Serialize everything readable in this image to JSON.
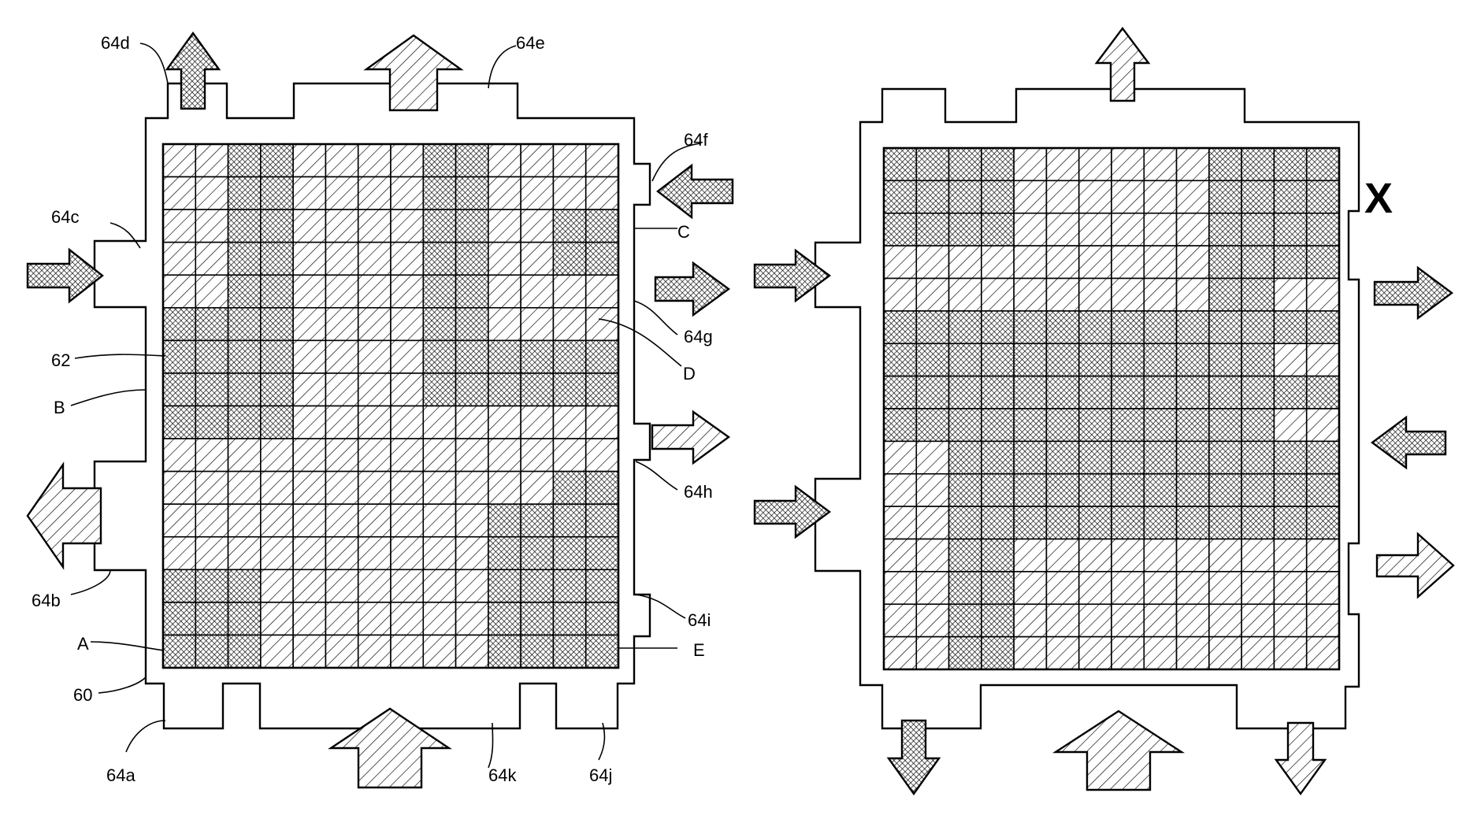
{
  "figure": {
    "left_panel": {
      "labels": {
        "chamber": "60",
        "plate": "62",
        "port_a": "64a",
        "port_b": "64b",
        "port_c": "64c",
        "port_d": "64d",
        "port_e": "64e",
        "port_f": "64f",
        "port_g": "64g",
        "port_h": "64h",
        "port_i": "64i",
        "port_j": "64j",
        "port_k": "64k",
        "region_a": "A",
        "region_b": "B",
        "region_c": "C",
        "region_d": "D",
        "region_e": "E"
      },
      "grid": {
        "rows": 16,
        "cols": 14,
        "pattern": [
          "..XX....XX....",
          "..XX....XX....",
          "..XX....XX..XX",
          "..XX....XX..XX",
          "..XX....XX....",
          "XXXX....XX....",
          "XXXX....XXXXXX",
          "XXXX....XXXXXX",
          "XXXX..........",
          "..............",
          "............XX",
          "..........XXXX",
          "..........XXXX",
          "XXX.......XXXX",
          "XXX.......XXXX",
          "XXX.......XXXX"
        ]
      }
    },
    "right_panel": {
      "labels": {
        "blocked_marker": "X"
      },
      "grid": {
        "rows": 16,
        "cols": 14,
        "pattern": [
          "XXXX......XXXX",
          "XXXX......XXXX",
          "XXXX......XXXX",
          "..........XXXX",
          "..........XX..",
          "XXXXXXXXXXXXXX",
          "XXXXXXXXXXXX..",
          "XXXXXXXXXXXXXX",
          "XXXXXXXXXXXX..",
          "..XXXXXXXXXXXX",
          "..XXXXXXXXXXXX",
          "..XXXXXXXXXXXX",
          "..XX..........",
          "..XX..........",
          "..XX..........",
          "..XX.........."
        ]
      }
    }
  }
}
